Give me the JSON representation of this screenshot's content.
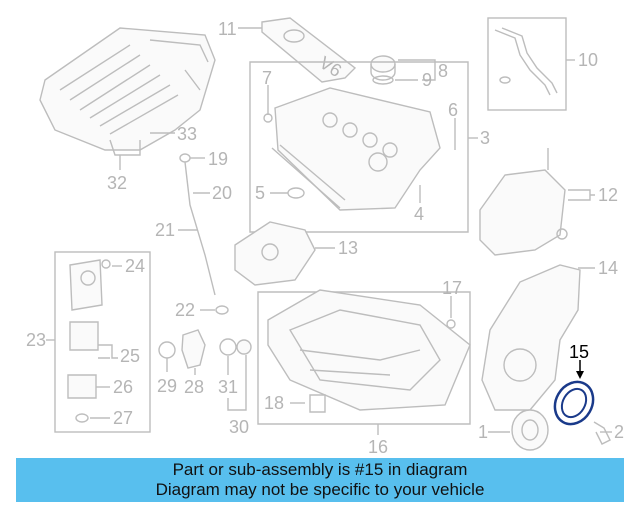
{
  "diagram": {
    "callouts": [
      "1",
      "2",
      "3",
      "4",
      "5",
      "6",
      "7",
      "8",
      "9",
      "10",
      "11",
      "12",
      "13",
      "14",
      "15",
      "16",
      "17",
      "18",
      "19",
      "20",
      "21",
      "22",
      "23",
      "24",
      "25",
      "26",
      "27",
      "28",
      "29",
      "30",
      "31",
      "32",
      "33"
    ],
    "engine_mark": "V6",
    "highlighted_callout": "15",
    "highlight_color": "#1a3a8a",
    "line_color": "#bdbdbd"
  },
  "banner": {
    "line1": "Part or sub-assembly is #15 in diagram",
    "line2": "Diagram may not be specific to your vehicle",
    "color": "#58bfee"
  }
}
